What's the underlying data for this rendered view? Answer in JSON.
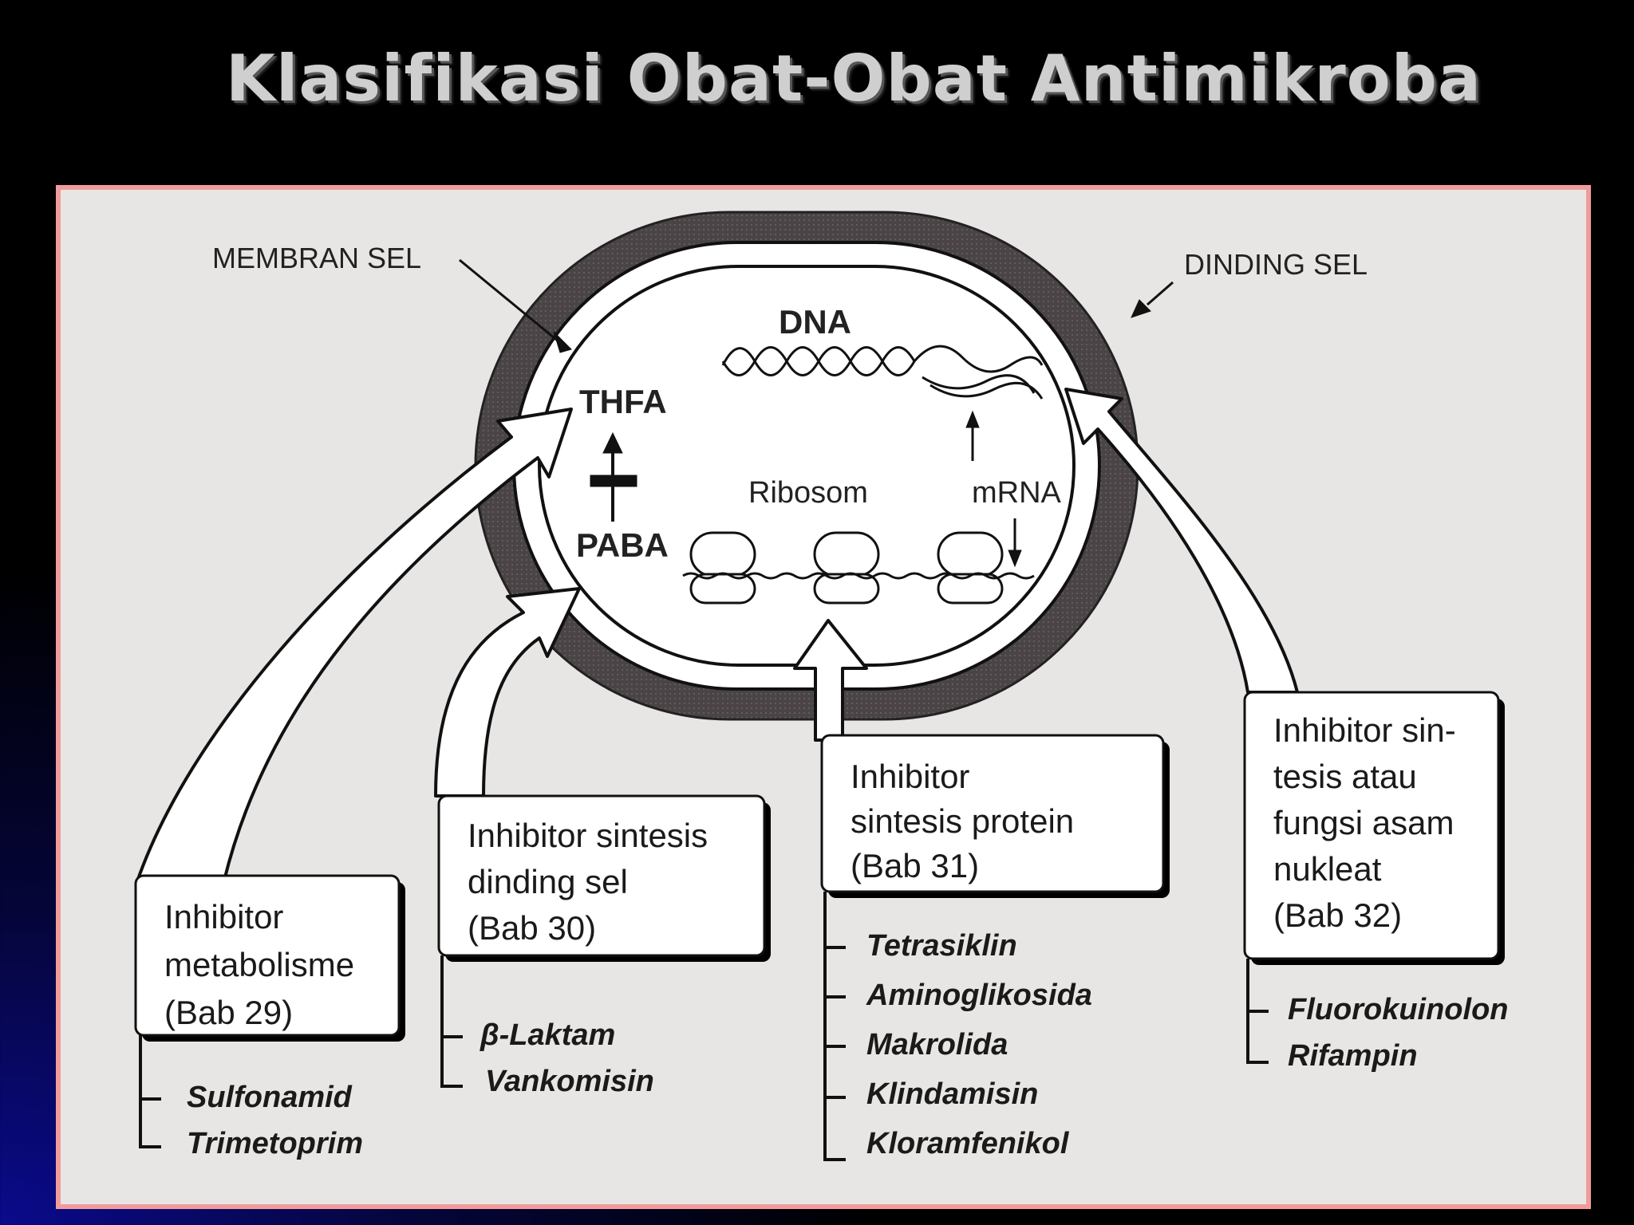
{
  "title": "Klasifikasi Obat-Obat Antimikroba",
  "labels": {
    "membran_sel": "MEMBRAN SEL",
    "dinding_sel": "DINDING SEL",
    "dna": "DNA",
    "thfa": "THFA",
    "paba": "PABA",
    "ribosom": "Ribosom",
    "mrna": "mRNA"
  },
  "boxes": [
    {
      "lines": [
        "Inhibitor",
        "metabolisme",
        "(Bab 29)"
      ],
      "drugs": [
        "Sulfonamid",
        "Trimetoprim"
      ]
    },
    {
      "lines": [
        "Inhibitor sintesis",
        "dinding sel",
        "(Bab 30)"
      ],
      "drugs": [
        "β-Laktam",
        "Vankomisin"
      ]
    },
    {
      "lines": [
        "Inhibitor",
        "sintesis protein",
        "(Bab 31)"
      ],
      "drugs": [
        "Tetrasiklin",
        "Aminoglikosida",
        "Makrolida",
        "Klindamisin",
        "Kloramfenikol"
      ]
    },
    {
      "lines": [
        "Inhibitor sin-",
        "tesis atau",
        "fungsi asam",
        "nukleat",
        "(Bab 32)"
      ],
      "drugs": [
        "Fluorokuinolon",
        "Rifampin"
      ]
    }
  ],
  "colors": {
    "panel_border": "#f29b9b",
    "panel_bg": "#e8e6e4",
    "cell_wall": "#4a4446",
    "title_text": "#cfcfcf"
  }
}
